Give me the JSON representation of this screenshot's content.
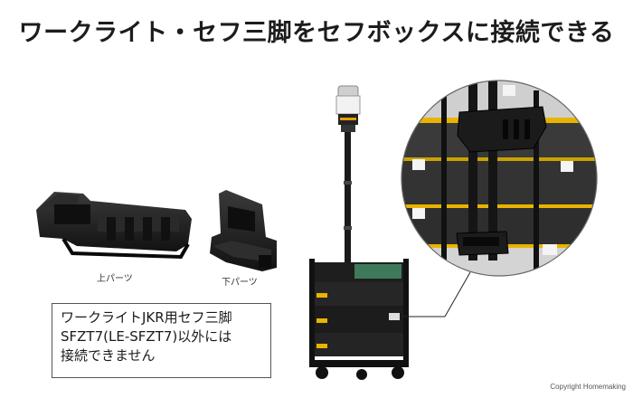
{
  "title": "ワークライト・セフ三脚をセフボックスに接続できる",
  "parts": {
    "upper_label": "上パーツ",
    "lower_label": "下パーツ"
  },
  "note": {
    "lines": [
      "ワークライトJKR用セフ三脚",
      "SFZT7(LE-SFZT7)以外には",
      "接続できません"
    ]
  },
  "copyright": "Copyright  Homemaking",
  "colors": {
    "part_black": "#1d1d1d",
    "zoom_bg": "#d9d9d9",
    "accent_yellow": "#e8b400",
    "box_green": "#3e7a5a"
  }
}
